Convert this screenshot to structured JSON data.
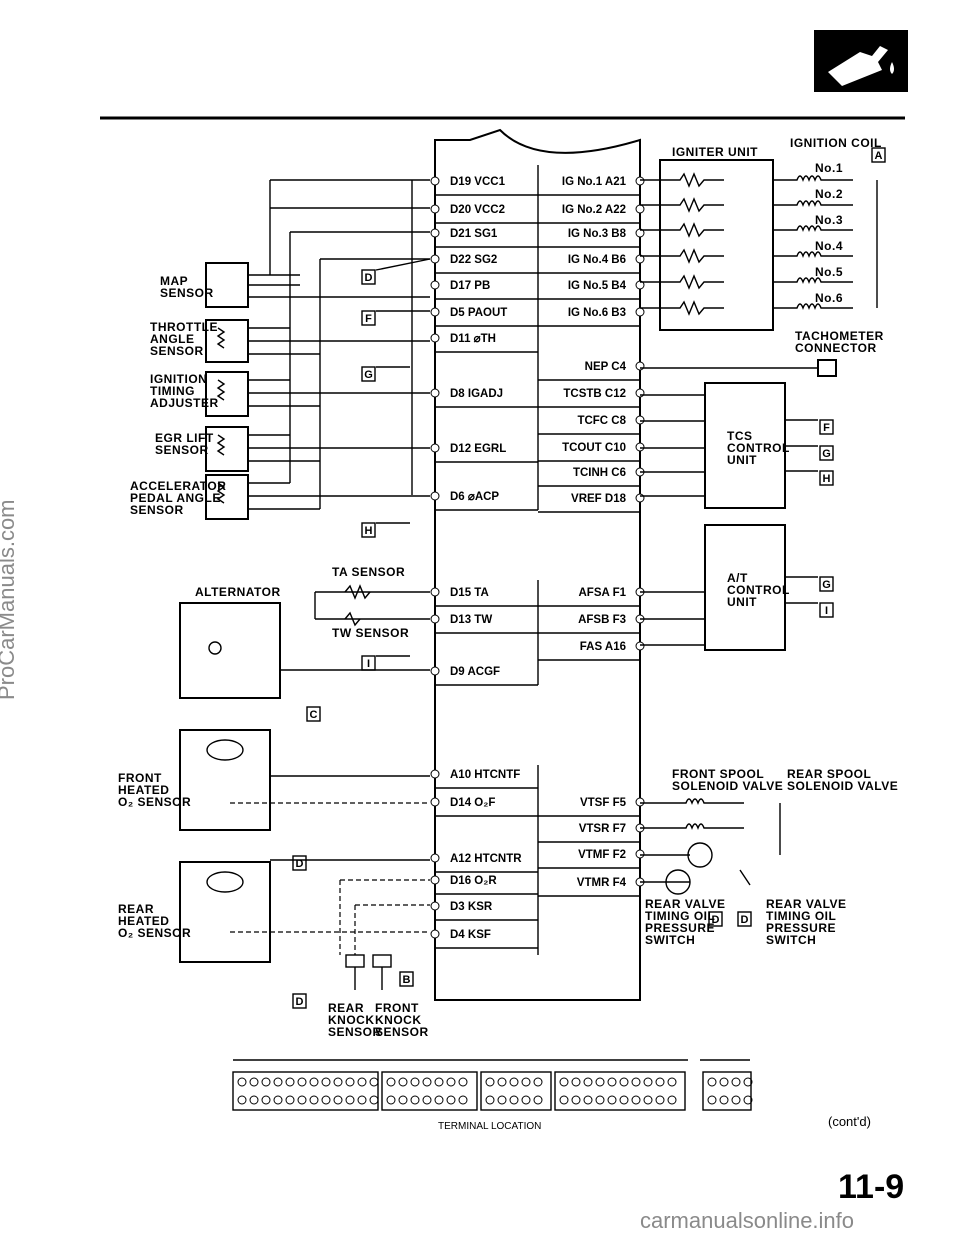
{
  "ecm_pins_left": [
    "D19 VCC1",
    "D20 VCC2",
    "D21 SG1",
    "D22 SG2",
    "D17 PB",
    "D5 PAOUT",
    "D11 ⌀TH",
    "D8 IGADJ",
    "D12 EGRL",
    "D6 ⌀ACP",
    "D15 TA",
    "D13 TW",
    "D9 ACGF",
    "A10 HTCNTF",
    "D14 O₂F",
    "A12 HTCNTR",
    "D16 O₂R",
    "D3 KSR",
    "D4 KSF"
  ],
  "ecm_pins_right": [
    "IG No.1 A21",
    "IG No.2 A22",
    "IG No.3 B8",
    "IG No.4 B6",
    "IG No.5 B4",
    "IG No.6 B3",
    "NEP C4",
    "TCSTB C12",
    "TCFC C8",
    "TCOUT C10",
    "TCINH C6",
    "VREF D18",
    "AFSA F1",
    "AFSB F3",
    "FAS A16",
    "VTSF F5",
    "VTSR F7",
    "VTMF F2",
    "VTMR F4"
  ],
  "components": {
    "map_sensor": "MAP\nSENSOR",
    "throttle": "THROTTLE\nANGLE\nSENSOR",
    "ign_timing": "IGNITION\nTIMING\nADJUSTER",
    "egr": "EGR LIFT\nSENSOR",
    "accel": "ACCELERATOR\nPEDAL ANGLE\nSENSOR",
    "alternator": "ALTERNATOR",
    "ta_sensor": "TA SENSOR",
    "tw_sensor": "TW SENSOR",
    "front_o2": "FRONT\nHEATED\nO₂ SENSOR",
    "rear_o2": "REAR\nHEATED\nO₂ SENSOR",
    "rear_knock": "REAR\nKNOCK\nSENSOR",
    "front_knock": "FRONT\nKNOCK\nSENSOR",
    "igniter": "IGNITER UNIT",
    "ign_coil": "IGNITION COIL",
    "coils": [
      "No.1",
      "No.2",
      "No.3",
      "No.4",
      "No.5",
      "No.6"
    ],
    "tach": "TACHOMETER\nCONNECTOR",
    "tcs": "TCS\nCONTROL\nUNIT",
    "at": "A/T\nCONTROL\nUNIT",
    "front_spool": "FRONT SPOOL\nSOLENOID VALVE",
    "rear_spool": "REAR SPOOL\nSOLENOID VALVE",
    "rv_left": "REAR VALVE\nTIMING OIL\nPRESSURE\nSWITCH",
    "rv_right": "REAR VALVE\nTIMING OIL\nPRESSURE\nSWITCH"
  },
  "refs": {
    "A": "A",
    "B": "B",
    "C": "C",
    "D": "D",
    "F": "F",
    "G": "G",
    "H": "H",
    "I": "I"
  },
  "terminal_location": "TERMINAL LOCATION",
  "contd": "(cont'd)",
  "page_number": "11-9",
  "watermark_side": "ProCarManuals.com",
  "watermark_bottom": "carmanualsonline.info",
  "icon": "fuel-nozzle-icon"
}
